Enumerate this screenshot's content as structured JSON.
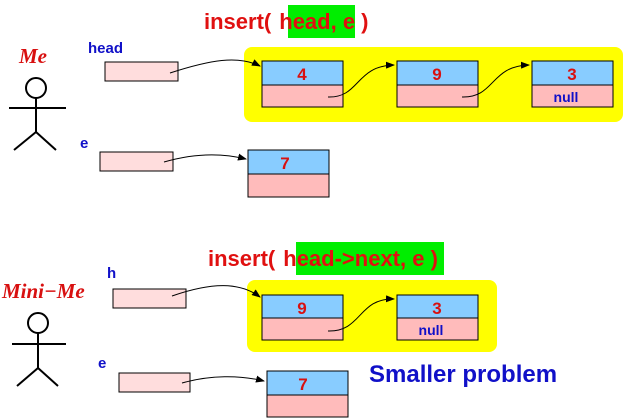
{
  "scene1": {
    "call_prefix": "insert(",
    "call_arg": "head",
    "call_suffix": ", e )",
    "actor": "Me",
    "var_head": "head",
    "var_e": "e",
    "nodes": [
      {
        "value": "4",
        "next": ""
      },
      {
        "value": "9",
        "next": ""
      },
      {
        "value": "3",
        "next": "null"
      }
    ],
    "new_node": {
      "value": "7"
    }
  },
  "scene2": {
    "call_prefix": "insert(",
    "call_arg": "head->next",
    "call_suffix": ", e )",
    "actor": "Mini−Me",
    "var_head": "h",
    "var_e": "e",
    "nodes": [
      {
        "value": "9",
        "next": ""
      },
      {
        "value": "3",
        "next": "null"
      }
    ],
    "new_node": {
      "value": "7"
    },
    "note": "Smaller problem"
  },
  "colors": {
    "highlight_list": "#ffff00",
    "highlight_arg": "#00ee00",
    "node_top": "#88ccff",
    "node_bottom": "#ffbbbb",
    "pointer_box": "#ffdddd",
    "title": "#e01010",
    "label": "#1010c8"
  }
}
